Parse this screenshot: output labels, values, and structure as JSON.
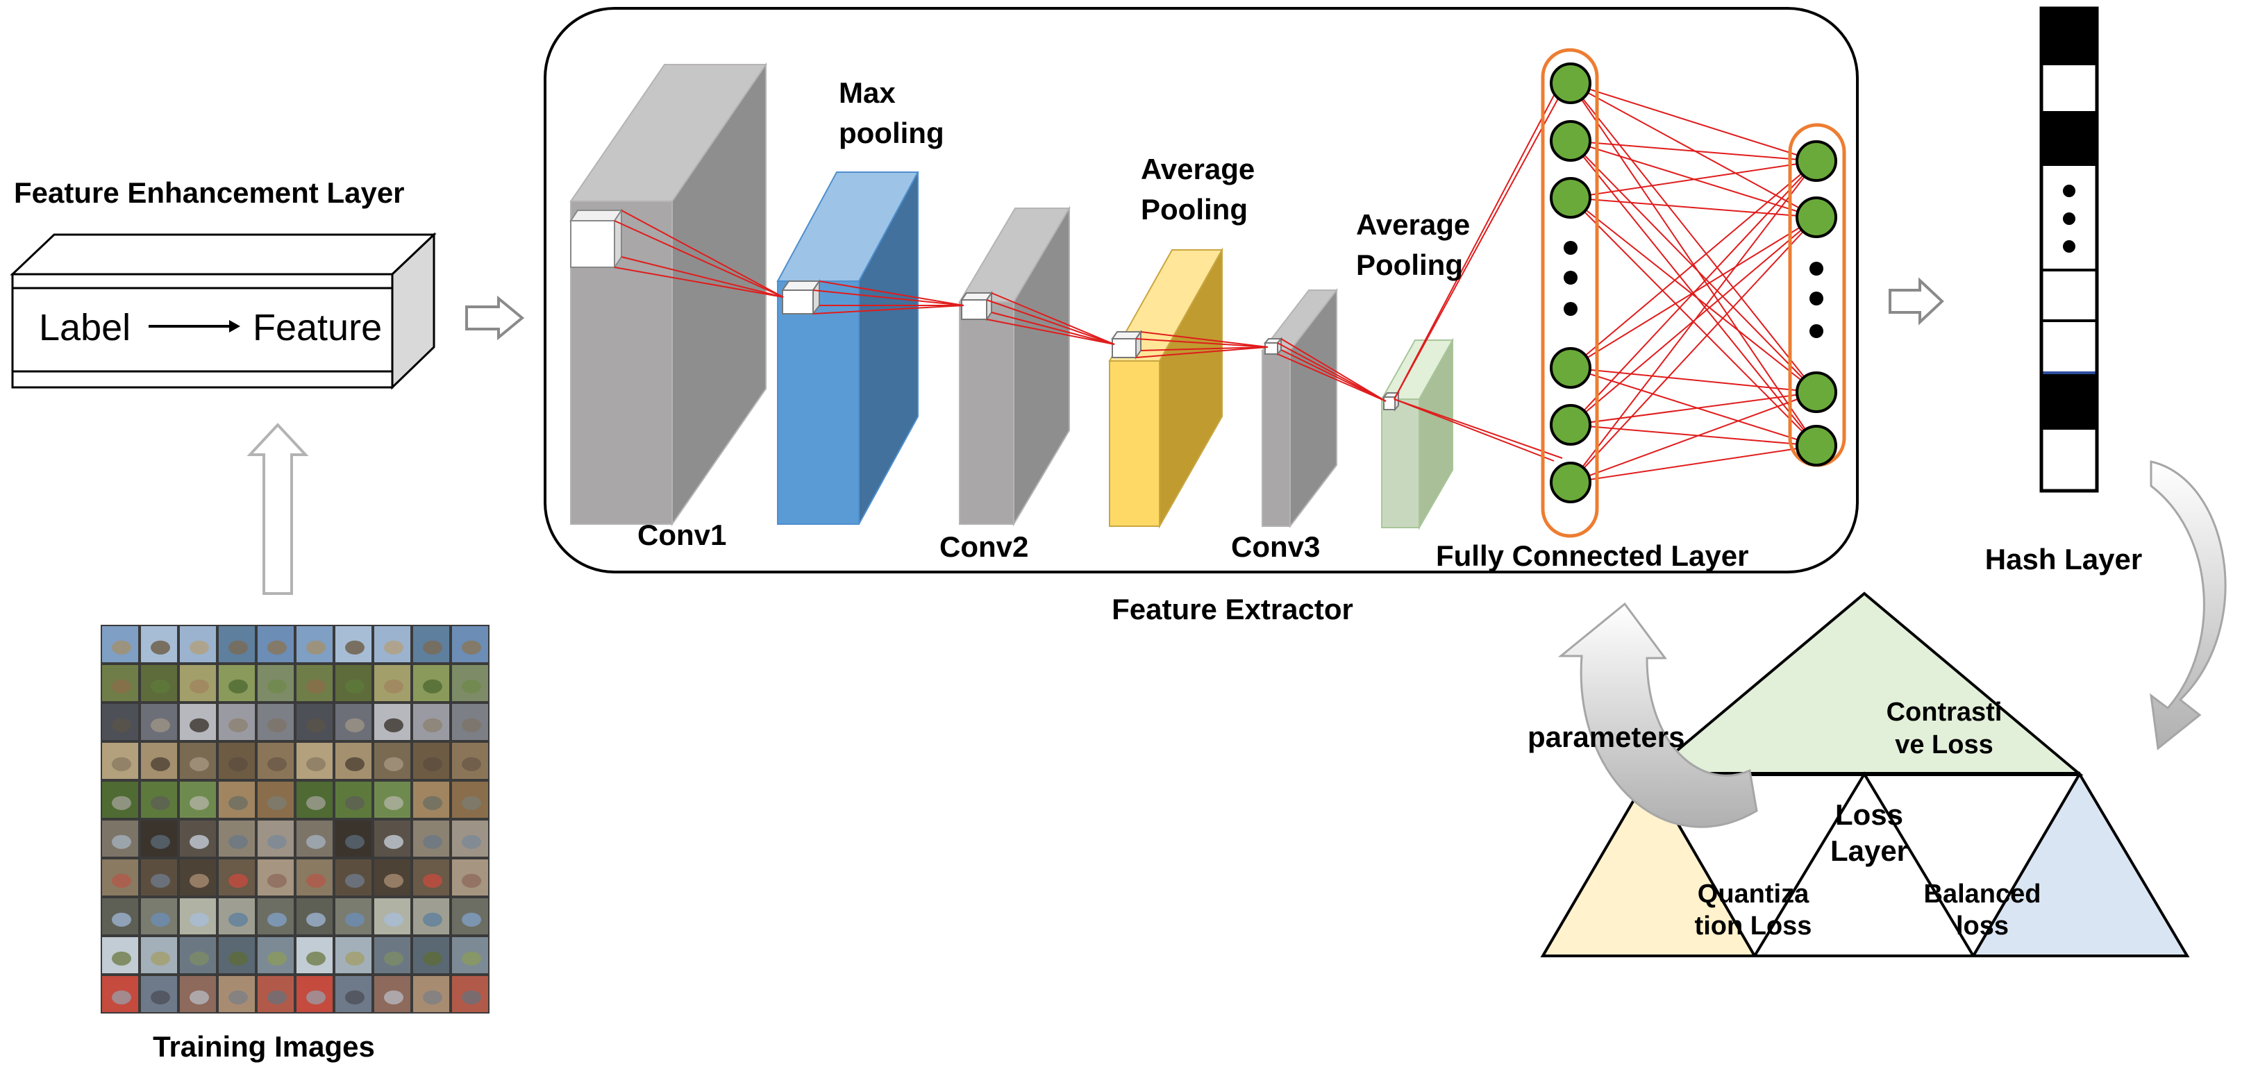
{
  "enhancement": {
    "title": "Feature Enhancement Layer",
    "label": "Label",
    "feature": "Feature"
  },
  "training": {
    "caption": "Training Images"
  },
  "extractor": {
    "caption": "Feature Extractor",
    "conv1": "Conv1",
    "max_pooling": [
      "Max",
      "pooling"
    ],
    "conv2": "Conv2",
    "avg_pooling_1": [
      "Average",
      "Pooling"
    ],
    "conv3": "Conv3",
    "avg_pooling_2": [
      "Average",
      "Pooling"
    ],
    "fc_layer": "Fully Connected Layer"
  },
  "hash": {
    "title": "Hash Layer"
  },
  "loss": {
    "center": [
      "Loss",
      "Layer"
    ],
    "contrastive": [
      "Contrasti",
      "ve Loss"
    ],
    "quantization": [
      "Quantiza",
      "tion Loss"
    ],
    "balanced": [
      "Balanced",
      "loss"
    ]
  },
  "feedback": {
    "label": "parameters"
  },
  "colors": {
    "conv_gray": "#a9a7a7",
    "pool_blue": "#4f8fce",
    "pool_gold": "#d6b14a",
    "pool_green": "#c8d8be",
    "neuron_green": "#6aaa3a",
    "fc_orange": "#ed7d31",
    "connection_red": "#e01c1c",
    "contrastive_fill": "#e2efd9",
    "quantization_fill": "#fff2cc",
    "balanced_fill": "#dae5f3"
  }
}
